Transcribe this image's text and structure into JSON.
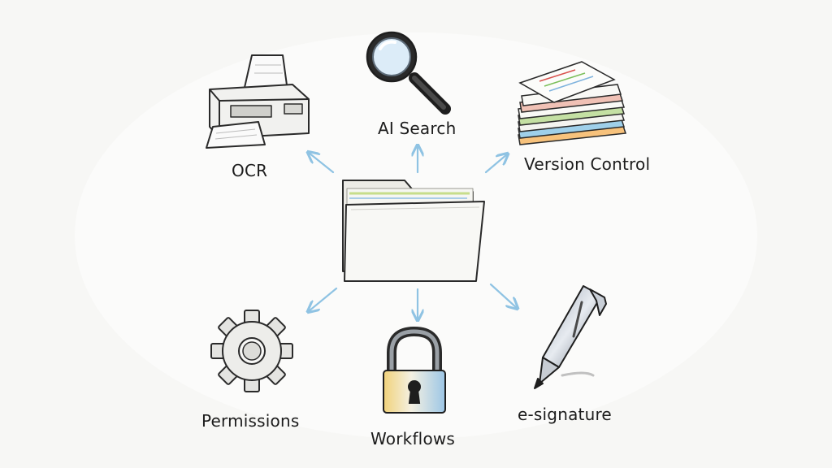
{
  "diagram": {
    "center": {
      "icon": "folder-icon"
    },
    "features": [
      {
        "label": "OCR",
        "icon": "printer-icon"
      },
      {
        "label": "AI Search",
        "icon": "magnifier-icon"
      },
      {
        "label": "Version Control",
        "icon": "document-stack-icon"
      },
      {
        "label": "Permissions",
        "icon": "gear-icon"
      },
      {
        "label": "Workflows",
        "icon": "padlock-icon"
      },
      {
        "label": "e-signature",
        "icon": "pen-icon"
      }
    ],
    "colors": {
      "arrow": "#8fc3e3",
      "ink": "#2a2a2a",
      "background": "#f7f7f5"
    }
  }
}
